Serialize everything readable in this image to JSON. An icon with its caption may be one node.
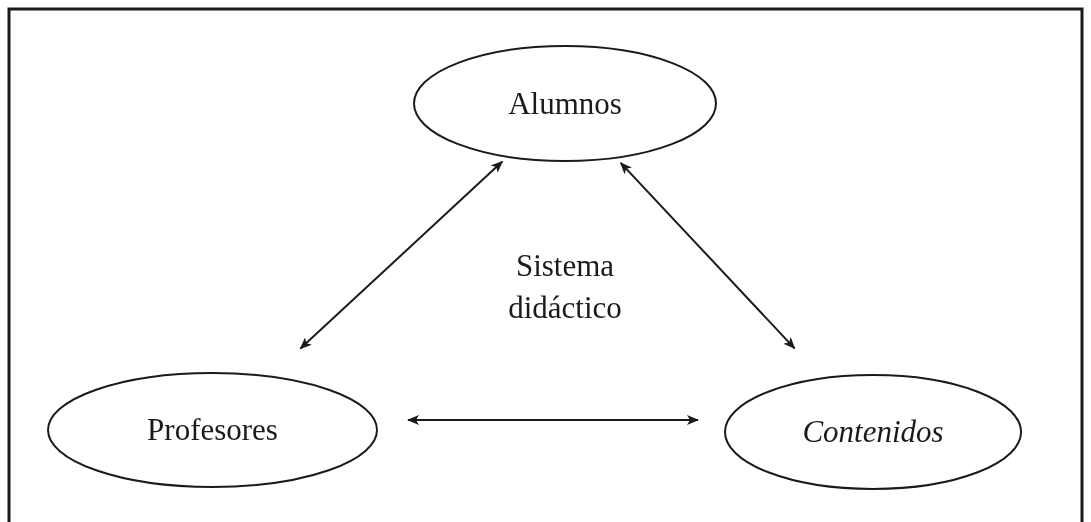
{
  "diagram": {
    "nodes": [
      {
        "text": [
          "Alumnos"
        ]
      },
      {
        "text": [
          "Profesores"
        ]
      },
      {
        "text": [
          "Contenidos"
        ]
      }
    ],
    "edges": [
      {
        "from": 0,
        "to": 1,
        "arrow": "both"
      },
      {
        "from": 0,
        "to": 2,
        "arrow": "both"
      },
      {
        "from": 1,
        "to": 2,
        "arrow": "both"
      }
    ],
    "labels": [
      "Sistema didáctico"
    ]
  }
}
